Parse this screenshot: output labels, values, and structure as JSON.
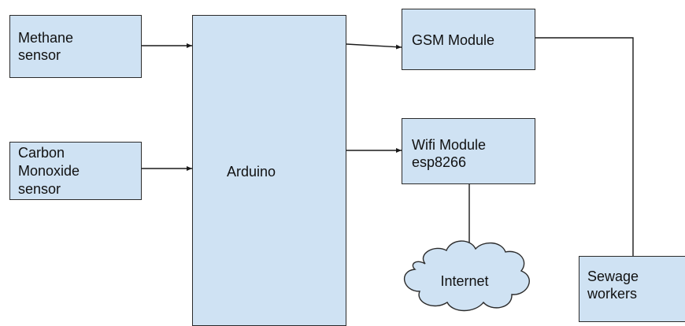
{
  "blocks": {
    "methane": "Methane\nsensor",
    "carbon": "Carbon\nMonoxide\nsensor",
    "arduino": "Arduino",
    "gsm": "GSM Module",
    "wifi": "Wifi Module\nesp8266",
    "internet": "Internet",
    "sewage": "Sewage\nworkers"
  },
  "colors": {
    "box_fill": "#cfe2f3",
    "stroke": "#1a1a1a"
  }
}
